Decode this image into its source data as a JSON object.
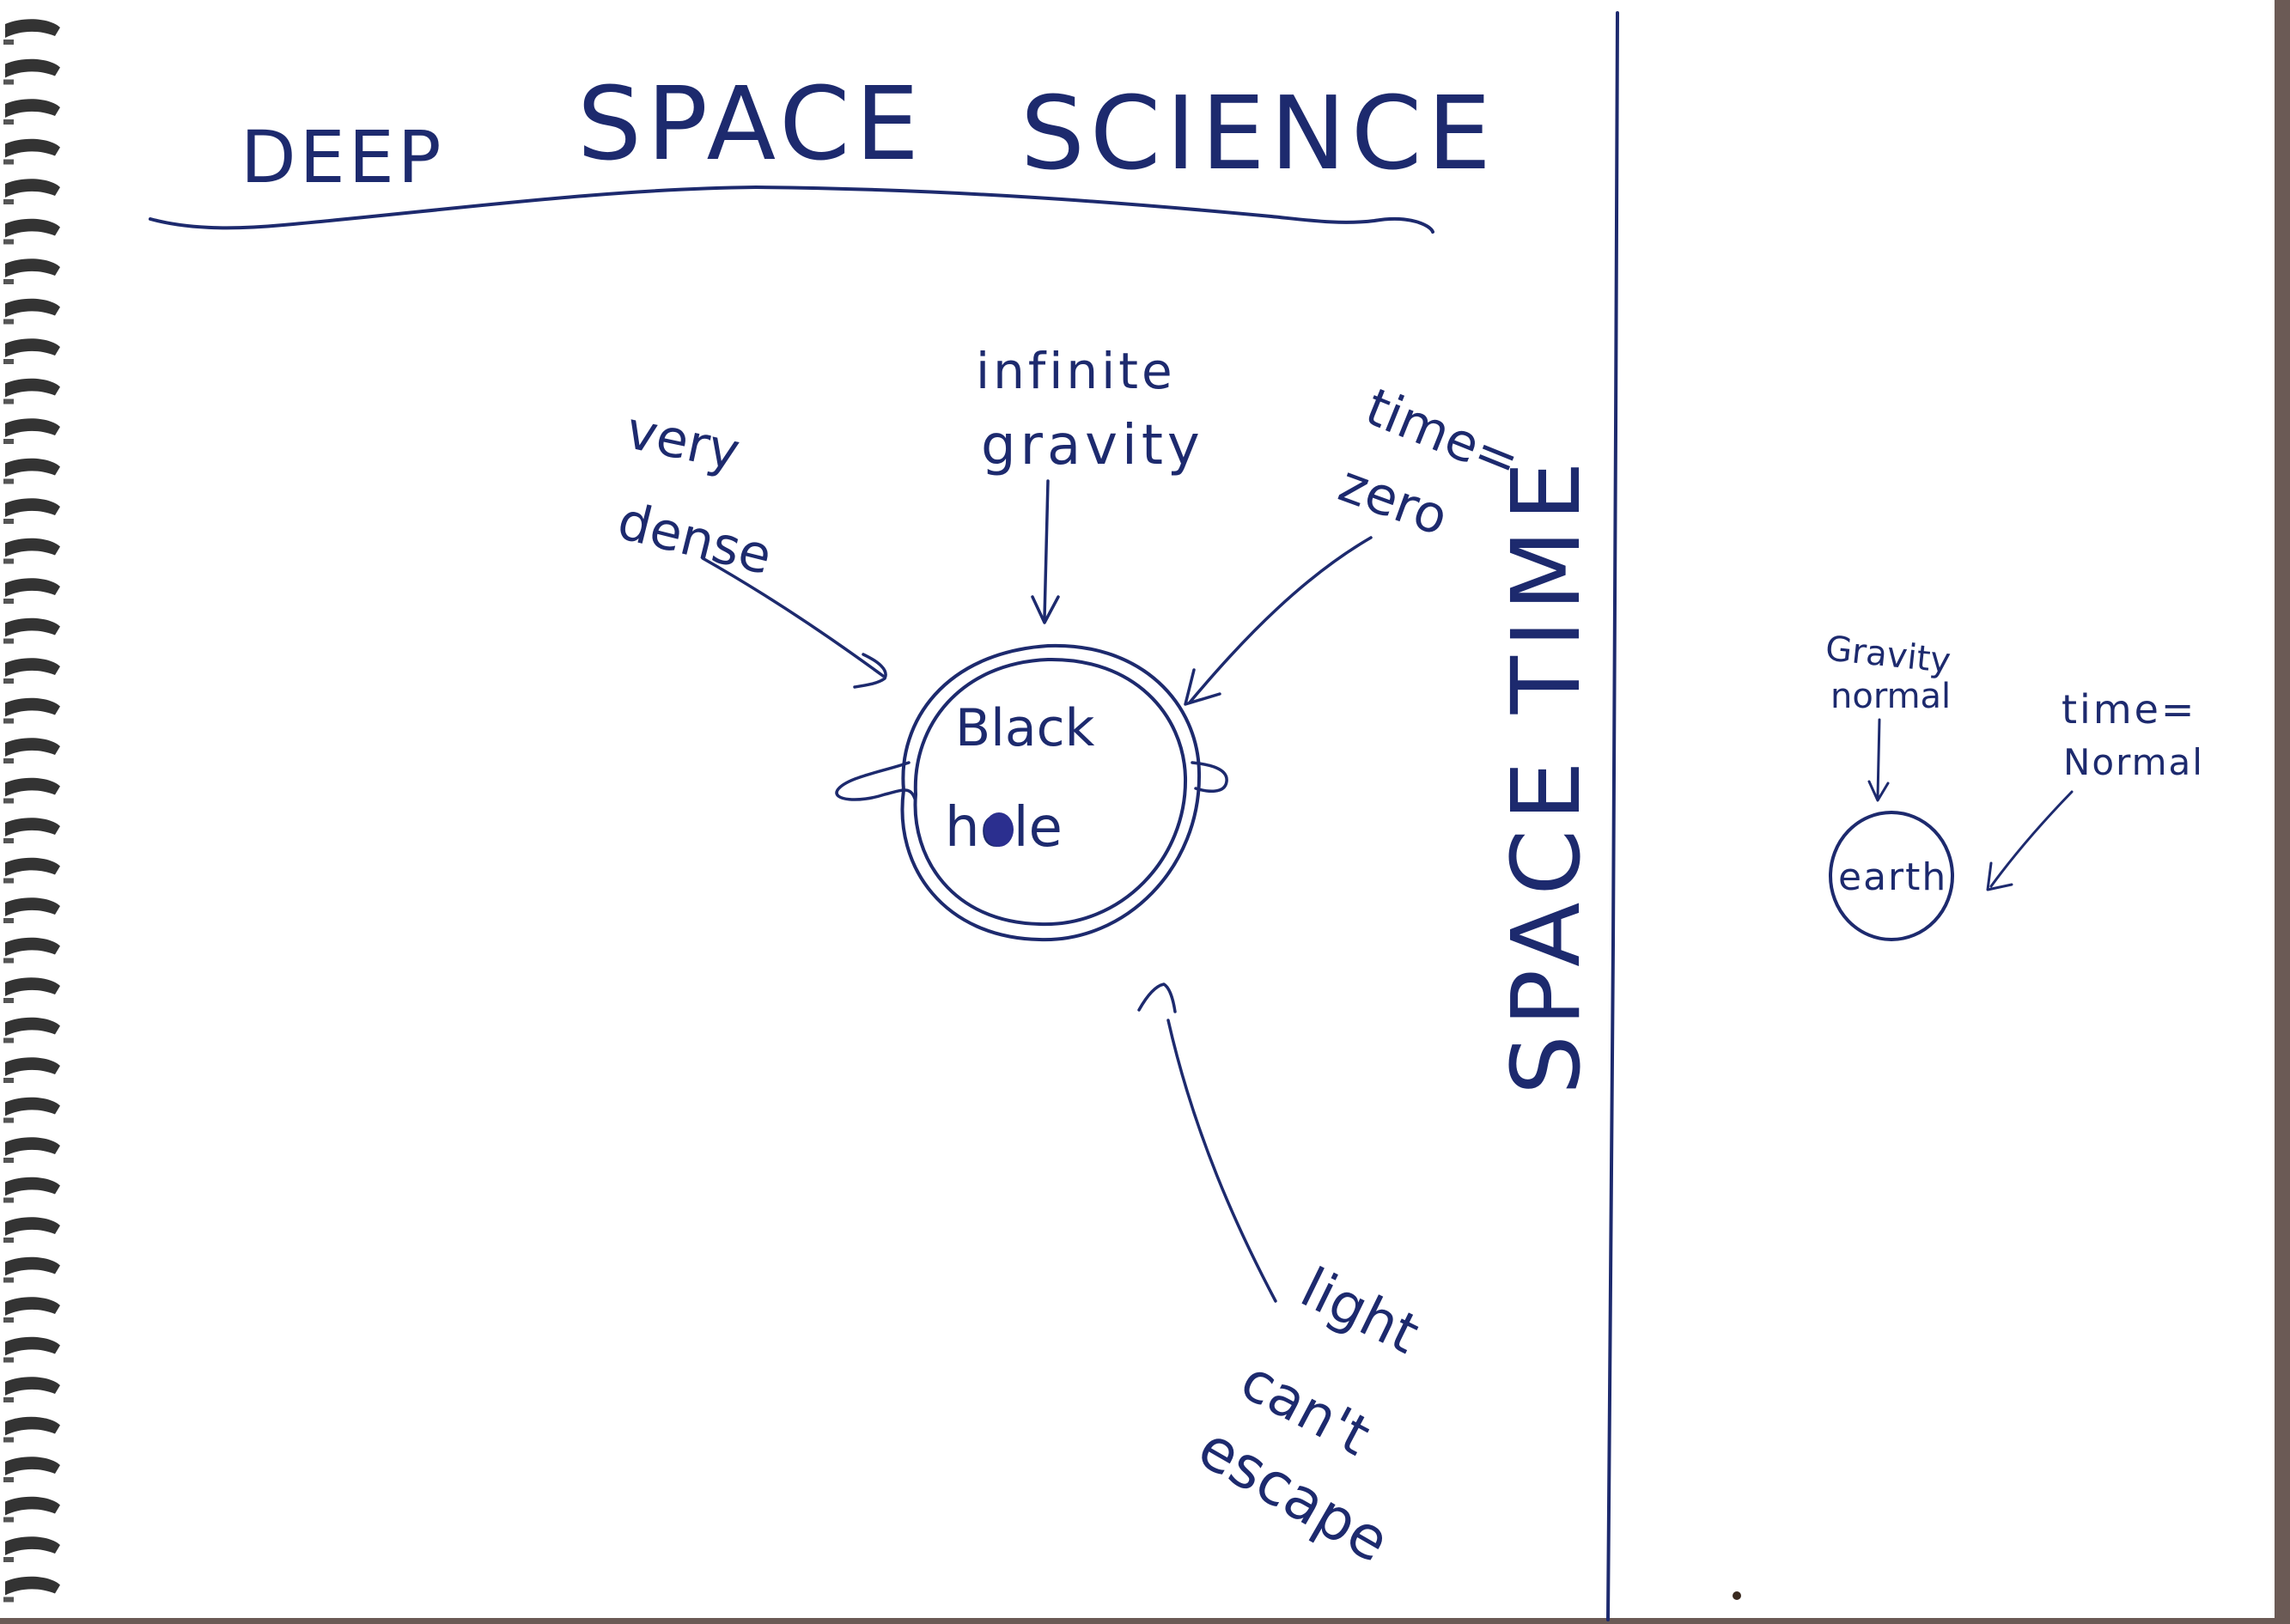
{
  "title": {
    "word1": "DEEP",
    "word2": "SPACE",
    "word3": "SCIENCE"
  },
  "black_hole": {
    "line1": "Black",
    "line2": "hole",
    "labels": {
      "very_dense_1": "very",
      "very_dense_2": "dense",
      "infinite_gravity_1": "infinite",
      "infinite_gravity_2": "gravity",
      "time_zero_1": "time=",
      "time_zero_2": "zero",
      "light_1": "light",
      "light_2": "can't",
      "light_3": "escape"
    }
  },
  "space_time_label": "SPACE TIME",
  "earth": {
    "label": "earth",
    "gravity_1": "Gravity",
    "gravity_2": "normal",
    "time_1": "time=",
    "time_2": "Normal"
  },
  "colors": {
    "ink": "#1d2a6e",
    "paper": "#ffffff",
    "spiral": "#333333",
    "background": "#6b5a55"
  }
}
